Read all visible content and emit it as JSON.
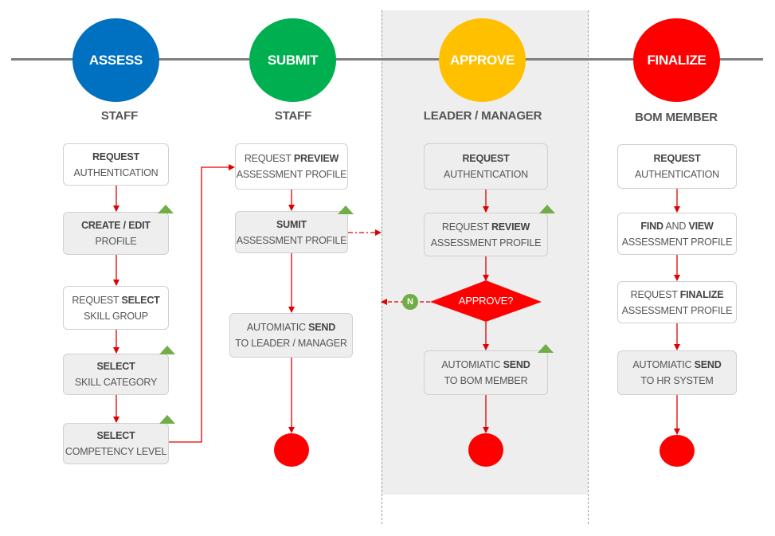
{
  "phases": [
    {
      "label": "ASSESS",
      "color": "#0070c0",
      "role": "STAFF"
    },
    {
      "label": "SUBMIT",
      "color": "#00b050",
      "role": "STAFF"
    },
    {
      "label": "APPROVE",
      "color": "#ffc000",
      "role": "LEADER / MANAGER"
    },
    {
      "label": "FINALIZE",
      "color": "#ff0000",
      "role": "BOM MEMBER"
    }
  ],
  "assess": [
    {
      "pre": "",
      "bold": "REQUEST",
      "post": "",
      "line2": "AUTHENTICATION"
    },
    {
      "pre": "",
      "bold": "CREATE / EDIT",
      "post": "",
      "line2": "PROFILE"
    },
    {
      "pre": "REQUEST ",
      "bold": "SELECT",
      "post": "",
      "line2": "SKILL GROUP"
    },
    {
      "pre": "",
      "bold": "SELECT",
      "post": "",
      "line2": "SKILL CATEGORY"
    },
    {
      "pre": "",
      "bold": "SELECT",
      "post": "",
      "line2": "COMPETENCY LEVEL"
    }
  ],
  "submit": [
    {
      "pre": "REQUEST ",
      "bold": "PREVIEW",
      "post": "",
      "line2": "ASSESSMENT PROFILE"
    },
    {
      "pre": "",
      "bold": "SUMIT",
      "post": "",
      "line2": "ASSESSMENT PROFILE"
    },
    {
      "pre": "AUTOMIATIC ",
      "bold": "SEND",
      "post": "",
      "line2": "TO LEADER / MANAGER"
    }
  ],
  "approve": [
    {
      "pre": "",
      "bold": "REQUEST",
      "post": "",
      "line2": "AUTHENTICATION"
    },
    {
      "pre": "REQUEST ",
      "bold": "REVIEW",
      "post": "",
      "line2": "ASSESSMENT PROFILE"
    },
    {
      "pre": "AUTOMIATIC ",
      "bold": "SEND",
      "post": "",
      "line2": "TO BOM MEMBER"
    }
  ],
  "finalize": [
    {
      "pre": "",
      "bold": "REQUEST",
      "post": "",
      "line2": "AUTHENTICATION"
    },
    {
      "pre": "",
      "bold": "FIND",
      "post": " AND ",
      "bold2": "VIEW",
      "line2": "ASSESSMENT PROFILE"
    },
    {
      "pre": "REQUEST ",
      "bold": "FINALIZE",
      "post": "",
      "line2": "ASSESSMENT PROFILE"
    },
    {
      "pre": "AUTOMIATIC ",
      "bold": "SEND",
      "post": "",
      "line2": "TO HR SYSTEM"
    }
  ],
  "decision": {
    "label": "APPROVE?",
    "no_badge": "N"
  },
  "colors": {
    "arrow": "#e00000",
    "check_marker": "#70ad47",
    "lane_highlight": "#eeeeee"
  }
}
